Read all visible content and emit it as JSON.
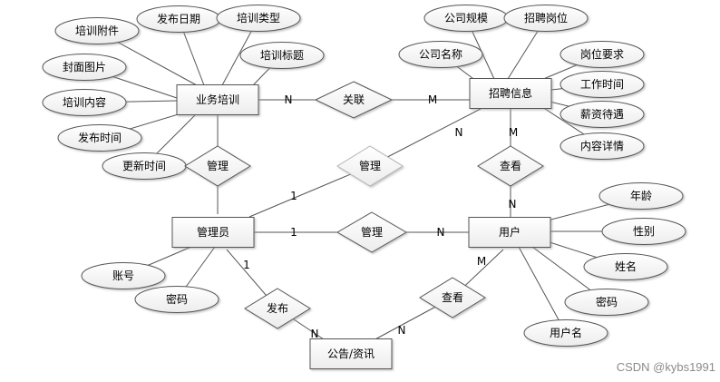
{
  "entities": [
    {
      "id": "training",
      "label": "业务培训"
    },
    {
      "id": "recruit",
      "label": "招聘信息"
    },
    {
      "id": "admin",
      "label": "管理员"
    },
    {
      "id": "user",
      "label": "用户"
    },
    {
      "id": "notice",
      "label": "公告/资讯"
    }
  ],
  "attributes": [
    {
      "entity": "training",
      "label": "培训附件"
    },
    {
      "entity": "training",
      "label": "发布日期"
    },
    {
      "entity": "training",
      "label": "培训类型"
    },
    {
      "entity": "training",
      "label": "封面图片"
    },
    {
      "entity": "training",
      "label": "培训标题"
    },
    {
      "entity": "training",
      "label": "培训内容"
    },
    {
      "entity": "training",
      "label": "发布时间"
    },
    {
      "entity": "training",
      "label": "更新时间"
    },
    {
      "entity": "recruit",
      "label": "公司规模"
    },
    {
      "entity": "recruit",
      "label": "招聘岗位"
    },
    {
      "entity": "recruit",
      "label": "公司名称"
    },
    {
      "entity": "recruit",
      "label": "岗位要求"
    },
    {
      "entity": "recruit",
      "label": "工作时间"
    },
    {
      "entity": "recruit",
      "label": "薪资待遇"
    },
    {
      "entity": "recruit",
      "label": "内容详情"
    },
    {
      "entity": "user",
      "label": "年龄"
    },
    {
      "entity": "user",
      "label": "性别"
    },
    {
      "entity": "user",
      "label": "姓名"
    },
    {
      "entity": "user",
      "label": "密码"
    },
    {
      "entity": "user",
      "label": "用户名"
    },
    {
      "entity": "admin",
      "label": "账号"
    },
    {
      "entity": "admin",
      "label": "密码"
    }
  ],
  "relationships": [
    {
      "label": "关联",
      "from": "training",
      "to": "recruit",
      "card_from": "N",
      "card_to": "M"
    },
    {
      "label": "管理",
      "from": "training",
      "to": "admin",
      "card_from": "",
      "card_to": ""
    },
    {
      "label": "管理",
      "from": "admin",
      "to": "recruit",
      "card_from": "1",
      "card_to": "N"
    },
    {
      "label": "查看",
      "from": "recruit",
      "to": "user",
      "card_from": "M",
      "card_to": "N"
    },
    {
      "label": "管理",
      "from": "admin",
      "to": "user",
      "card_from": "1",
      "card_to": "N"
    },
    {
      "label": "发布",
      "from": "admin",
      "to": "notice",
      "card_from": "1",
      "card_to": "N"
    },
    {
      "label": "查看",
      "from": "user",
      "to": "notice",
      "card_from": "M",
      "card_to": "N"
    }
  ],
  "watermark": "CSDN @kybs1991"
}
